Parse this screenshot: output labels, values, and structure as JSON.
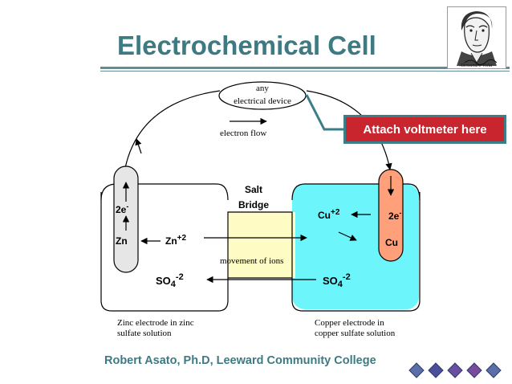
{
  "slide": {
    "title": "Electrochemical Cell",
    "footer": "Robert Asato, Ph.D, Leeward Community College"
  },
  "portrait": {
    "signature": "Alessandro Volta"
  },
  "callout": {
    "text": "Attach voltmeter here"
  },
  "diagram": {
    "device_line1": "any",
    "device_line2": "electrical device",
    "electron_flow": "electron flow",
    "salt_bridge_line1": "Salt",
    "salt_bridge_line2": "Bridge",
    "movement_of_ions": "movement of ions",
    "zinc_electrode": "Zn",
    "zinc_electrons": "2e",
    "electron_charge": "-",
    "zinc_ion": "Zn",
    "zinc_ion_charge": "+2",
    "copper_electrode": "Cu",
    "copper_electrons": "2e",
    "copper_ion": "Cu",
    "copper_ion_charge": "+2",
    "sulfate_left": "SO",
    "sulfate_right": "SO",
    "sulfate_subscript": "4",
    "sulfate_charge": "-2",
    "zinc_caption_line1": "Zinc electrode in zinc",
    "zinc_caption_line2": "sulfate solution",
    "copper_caption_line1": "Copper electrode in",
    "copper_caption_line2": "copper sulfate solution"
  },
  "colors": {
    "title": "#3d7a82",
    "callout_bg": "#c9252f",
    "callout_border": "#3a7f87",
    "copper_solution": "#6cf5fb",
    "salt_bridge": "#fffbc4",
    "copper_electrode": "#ffa07a",
    "zinc_electrode": "#e6e6e6"
  },
  "navigation": [
    "first-slide",
    "previous-slide",
    "home",
    "next-slide",
    "last-slide"
  ]
}
